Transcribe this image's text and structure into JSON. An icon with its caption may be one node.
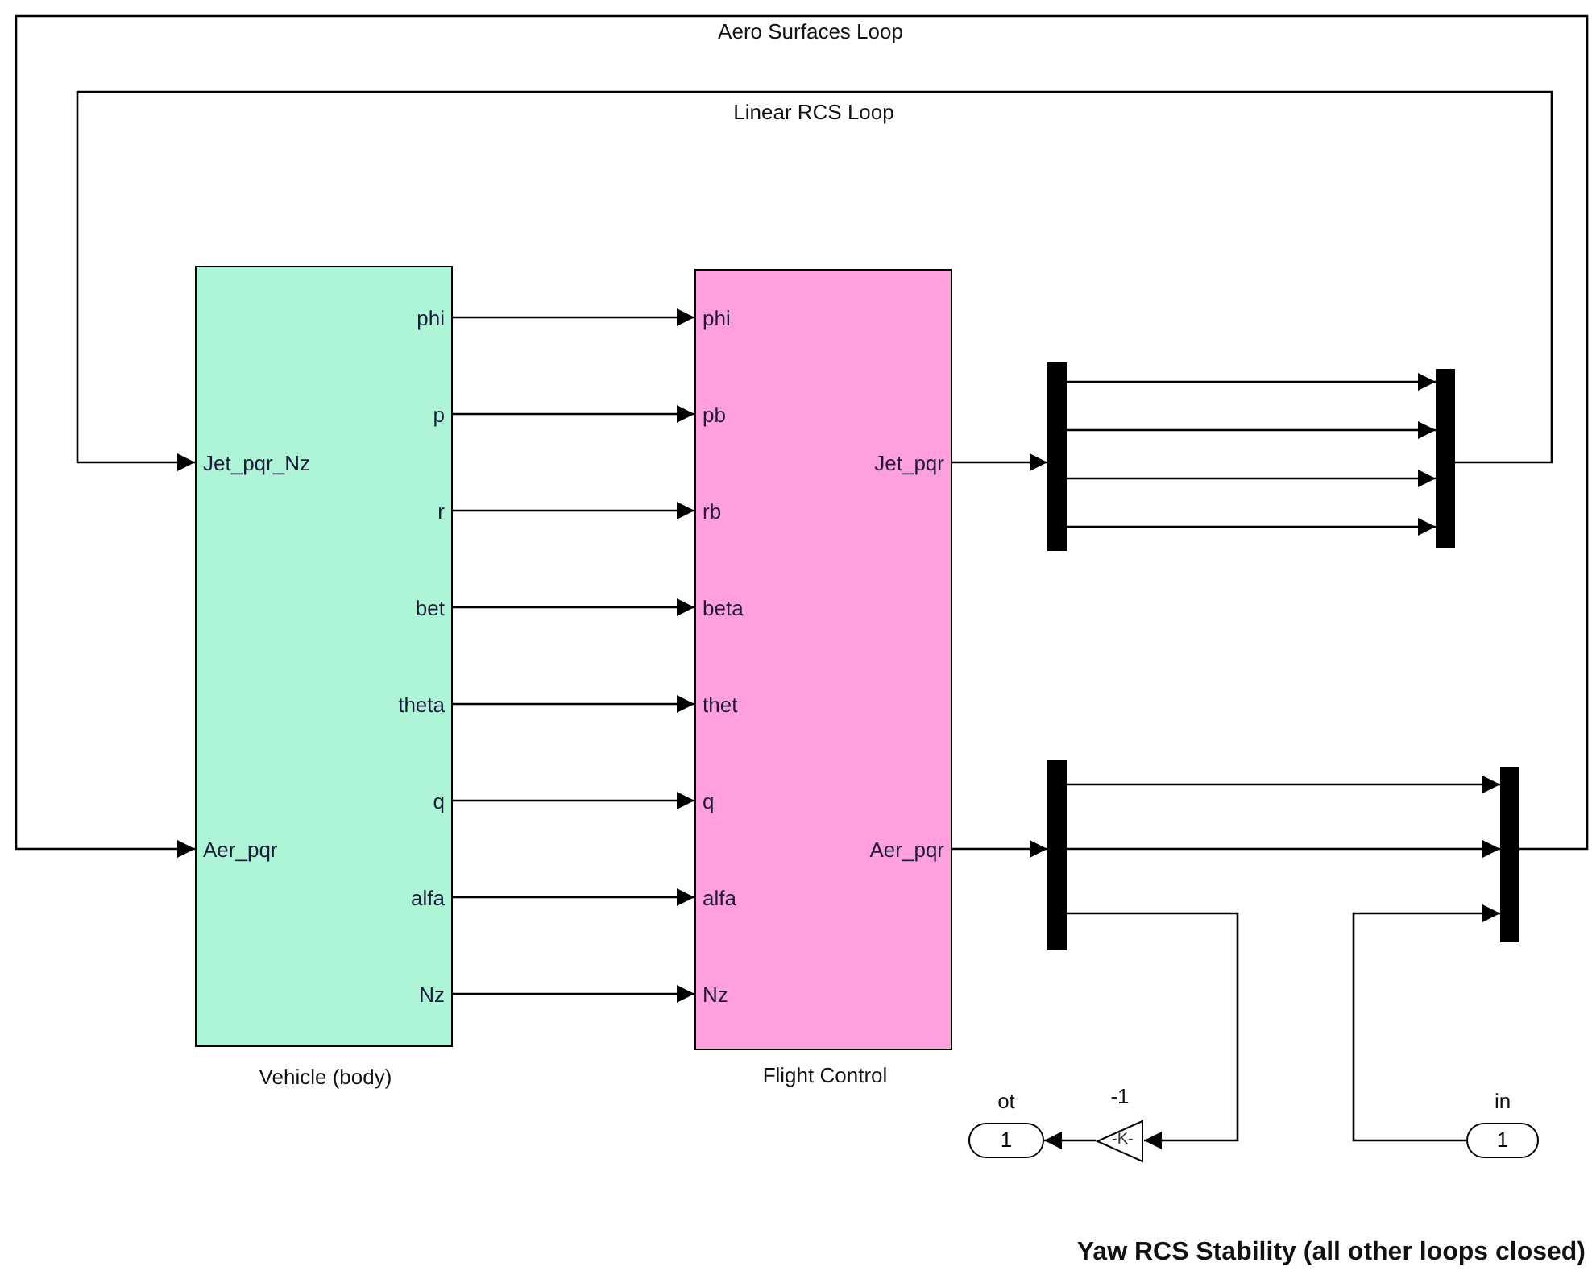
{
  "diagram": {
    "caption": "Yaw RCS Stability (all other loops closed)",
    "nodes": [
      {
        "text": [
          "Vehicle (body)",
          "Jet_pqr_Nz",
          "Aer_pqr",
          "phi",
          "p",
          "r",
          "bet",
          "theta",
          "q",
          "alfa",
          "Nz"
        ]
      },
      {
        "text": [
          "Flight Control",
          "phi",
          "pb",
          "rb",
          "beta",
          "thet",
          "q",
          "alfa",
          "Nz",
          "Jet_pqr",
          "Aer_pqr"
        ]
      },
      {
        "text": [],
        "shape": "bar"
      },
      {
        "text": [],
        "shape": "bar"
      },
      {
        "text": [],
        "shape": "bar"
      },
      {
        "text": [],
        "shape": "bar"
      },
      {
        "text": [
          "-K-"
        ],
        "beside": [
          "-1"
        ]
      },
      {
        "text": [
          "1"
        ],
        "beside": [
          "ot"
        ]
      },
      {
        "text": [
          "1"
        ],
        "beside": [
          "in"
        ]
      }
    ],
    "edges": [
      {
        "from": 0,
        "to": 1,
        "arrow": "to"
      },
      {
        "from": 0,
        "to": 1,
        "arrow": "to"
      },
      {
        "from": 0,
        "to": 1,
        "arrow": "to"
      },
      {
        "from": 0,
        "to": 1,
        "arrow": "to"
      },
      {
        "from": 0,
        "to": 1,
        "arrow": "to"
      },
      {
        "from": 0,
        "to": 1,
        "arrow": "to"
      },
      {
        "from": 0,
        "to": 1,
        "arrow": "to"
      },
      {
        "from": 0,
        "to": 1,
        "arrow": "to"
      },
      {
        "from": 1,
        "to": 2,
        "arrow": "to"
      },
      {
        "from": 2,
        "to": 3,
        "arrow": "to"
      },
      {
        "from": 2,
        "to": 3,
        "arrow": "to"
      },
      {
        "from": 2,
        "to": 3,
        "arrow": "to"
      },
      {
        "from": 2,
        "to": 3,
        "arrow": "to"
      },
      {
        "from": 3,
        "to": 0,
        "arrow": "to",
        "label": "Linear RCS Loop"
      },
      {
        "from": 1,
        "to": 4,
        "arrow": "to"
      },
      {
        "from": 4,
        "to": 5,
        "arrow": "to"
      },
      {
        "from": 4,
        "to": 5,
        "arrow": "to"
      },
      {
        "from": 4,
        "to": 6,
        "arrow": "to"
      },
      {
        "from": 6,
        "to": 7,
        "arrow": "to"
      },
      {
        "from": 8,
        "to": 5,
        "arrow": "to"
      },
      {
        "from": 5,
        "to": 0,
        "arrow": "to",
        "label": "Aero Surfaces Loop"
      }
    ]
  }
}
